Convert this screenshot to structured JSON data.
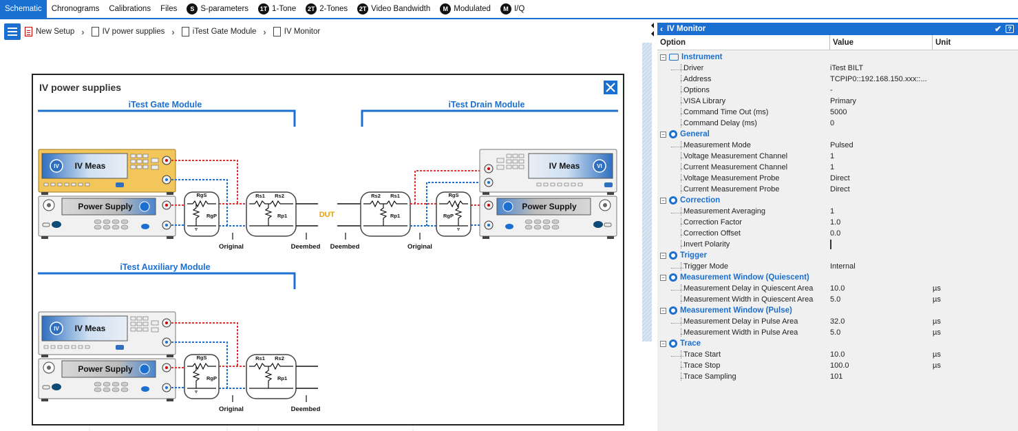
{
  "menubar": {
    "tabs": [
      {
        "label": "Schematic",
        "badge": "",
        "active": true
      },
      {
        "label": "Chronograms",
        "badge": ""
      },
      {
        "label": "Calibrations",
        "badge": ""
      },
      {
        "label": "Files",
        "badge": ""
      },
      {
        "label": "S-parameters",
        "badge": "S"
      },
      {
        "label": "1-Tone",
        "badge": "1T"
      },
      {
        "label": "2-Tones",
        "badge": "2T"
      },
      {
        "label": "Video Bandwidth",
        "badge": "2T"
      },
      {
        "label": "Modulated",
        "badge": "M"
      },
      {
        "label": "I/Q",
        "badge": "M"
      }
    ]
  },
  "breadcrumb": [
    "New Setup",
    "IV power supplies",
    "iTest Gate Module",
    "IV Monitor"
  ],
  "diagram": {
    "title": "IV power supplies",
    "gate_module": "iTest Gate Module",
    "drain_module": "iTest Drain Module",
    "aux_module": "iTest Auxiliary Module",
    "iv_meas": "IV Meas",
    "power_supply": "Power Supply",
    "dut": "DUT",
    "original": "Original",
    "deembed": "Deembed",
    "rgs": "RgS",
    "rgp": "RgP",
    "rs1": "Rs1",
    "rs2": "Rs2",
    "rp1": "Rp1",
    "iv_badge": "IV",
    "vi_badge": "VI"
  },
  "panel": {
    "title": "IV Monitor",
    "columns": {
      "option": "Option",
      "value": "Value",
      "unit": "Unit"
    },
    "groups": [
      {
        "name": "Instrument",
        "icon": "instrument-icon",
        "rows": [
          {
            "option": "Driver",
            "value": "iTest BILT",
            "unit": ""
          },
          {
            "option": "Address",
            "value": "TCPIP0::192.168.150.xxx::...",
            "unit": ""
          },
          {
            "option": "Options",
            "value": "-",
            "unit": ""
          },
          {
            "option": "VISA Library",
            "value": "Primary",
            "unit": ""
          },
          {
            "option": "Command Time Out (ms)",
            "value": "5000",
            "unit": ""
          },
          {
            "option": "Command Delay (ms)",
            "value": "0",
            "unit": ""
          }
        ]
      },
      {
        "name": "General",
        "icon": "gear-icon",
        "rows": [
          {
            "option": "Measurement Mode",
            "value": "Pulsed",
            "unit": ""
          },
          {
            "option": "Voltage Measurement Channel",
            "value": "1",
            "unit": ""
          },
          {
            "option": "Current Measurement Channel",
            "value": "1",
            "unit": ""
          },
          {
            "option": "Voltage Measurement Probe",
            "value": "Direct",
            "unit": ""
          },
          {
            "option": "Current Measurement Probe",
            "value": "Direct",
            "unit": ""
          }
        ]
      },
      {
        "name": "Correction",
        "icon": "gear-icon",
        "rows": [
          {
            "option": "Measurement Averaging",
            "value": "1",
            "unit": ""
          },
          {
            "option": "Correction Factor",
            "value": "1.0",
            "unit": ""
          },
          {
            "option": "Correction Offset",
            "value": "0.0",
            "unit": ""
          },
          {
            "option": "Invert Polarity",
            "value": "",
            "unit": "",
            "checkbox": true
          }
        ]
      },
      {
        "name": "Trigger",
        "icon": "gear-icon",
        "rows": [
          {
            "option": "Trigger Mode",
            "value": "Internal",
            "unit": ""
          }
        ]
      },
      {
        "name": "Measurement Window (Quiescent)",
        "icon": "gear-icon",
        "rows": [
          {
            "option": "Measurement Delay in Quiescent Area",
            "value": "10.0",
            "unit": "µs"
          },
          {
            "option": "Measurement Width in Quiescent Area",
            "value": "5.0",
            "unit": "µs"
          }
        ]
      },
      {
        "name": "Measurement Window (Pulse)",
        "icon": "gear-icon",
        "rows": [
          {
            "option": "Measurement Delay in Pulse Area",
            "value": "32.0",
            "unit": "µs"
          },
          {
            "option": "Measurement Width in Pulse Area",
            "value": "5.0",
            "unit": "µs"
          }
        ]
      },
      {
        "name": "Trace",
        "icon": "gear-icon",
        "rows": [
          {
            "option": "Trace Start",
            "value": "10.0",
            "unit": "µs"
          },
          {
            "option": "Trace Stop",
            "value": "100.0",
            "unit": "µs"
          },
          {
            "option": "Trace Sampling",
            "value": "101",
            "unit": ""
          }
        ]
      }
    ]
  }
}
